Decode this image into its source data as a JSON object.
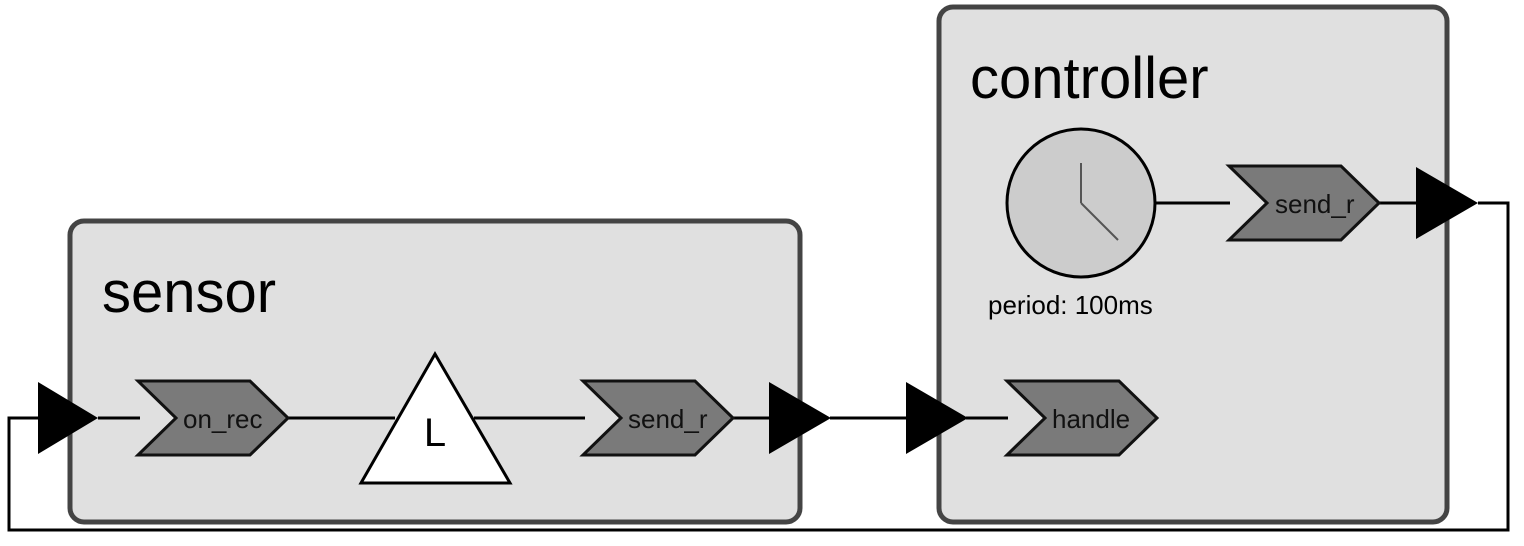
{
  "reactors": {
    "sensor": {
      "name": "sensor"
    },
    "controller": {
      "name": "controller"
    }
  },
  "reactions": {
    "sensor_on_request": "on_rec",
    "sensor_send": "send_r",
    "controller_handle": "handle",
    "controller_send": "send_r"
  },
  "action": {
    "symbol": "L"
  },
  "timer": {
    "period_label": "period: 100ms"
  }
}
